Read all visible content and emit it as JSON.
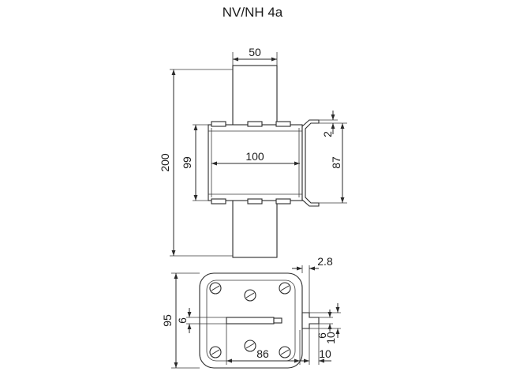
{
  "title": "NV/NH 4a",
  "dimensions": {
    "top_width": "50",
    "body_width": "100",
    "overall_height": "200",
    "body_height": "99",
    "contact_height": "87",
    "contact_thickness": "2",
    "bottom_offset": "2.8",
    "bottom_height": "95",
    "slot_left": "6",
    "slot_right": "6",
    "tab_height": "10",
    "tab_width": "10",
    "slot_length": "86"
  }
}
